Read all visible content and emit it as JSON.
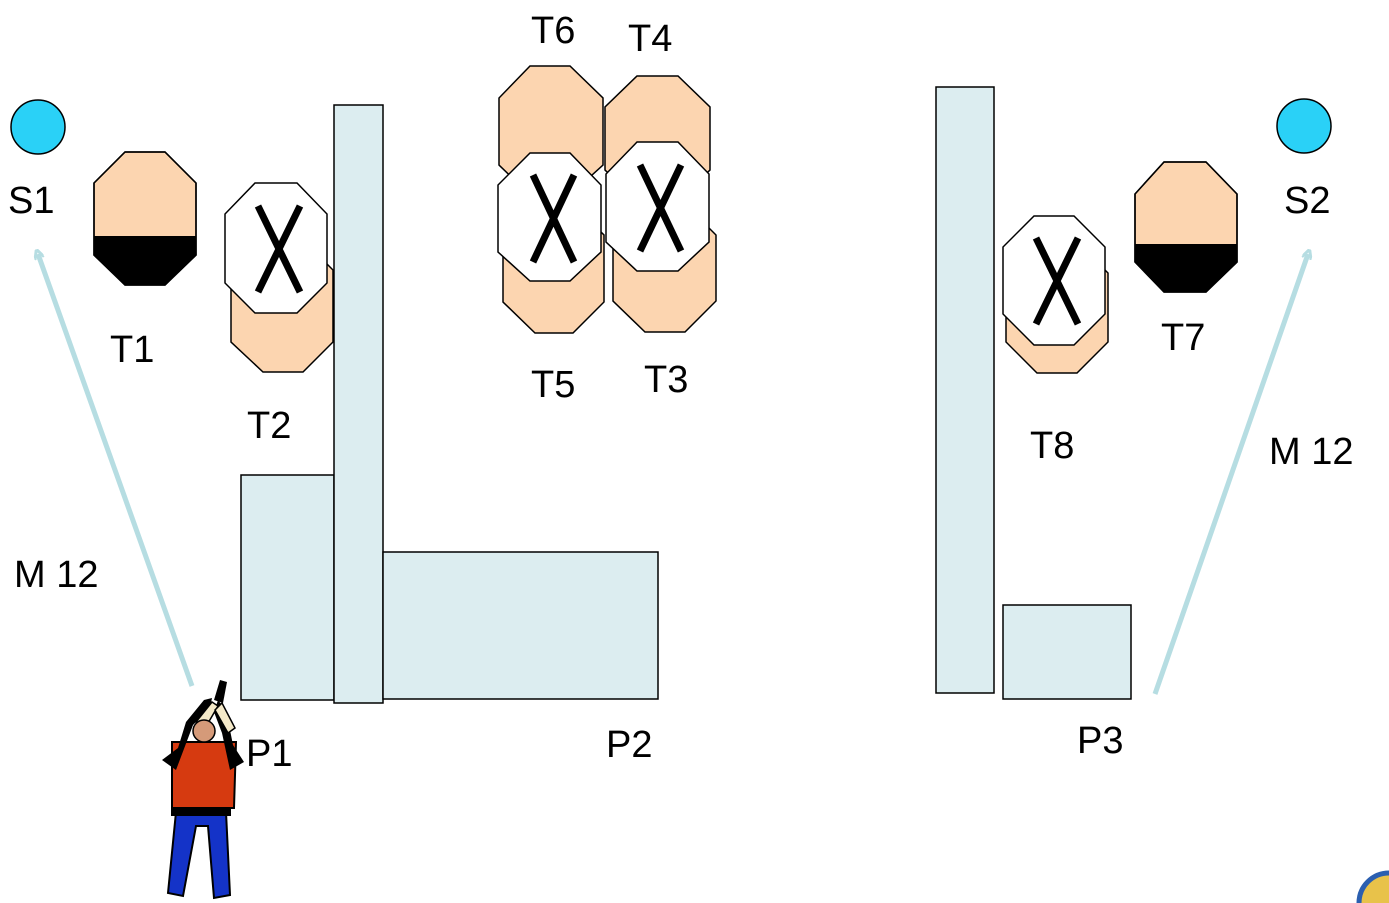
{
  "labels": {
    "s1": "S1",
    "s2": "S2",
    "t1": "T1",
    "t2": "T2",
    "t3": "T3",
    "t4": "T4",
    "t5": "T5",
    "t6": "T6",
    "t7": "T7",
    "t8": "T8",
    "p1": "P1",
    "p2": "P2",
    "p3": "P3",
    "m_left": "M 12",
    "m_right": "M 12"
  },
  "targets": {
    "paper": [
      "T1",
      "T2",
      "T3",
      "T4",
      "T5",
      "T6",
      "T7",
      "T8"
    ],
    "no_shoot_overlays": 4,
    "steel_plates": [
      "S1",
      "S2"
    ]
  },
  "colors": {
    "target_paper": "#fcd5b0",
    "no_shoot": "#ffffff",
    "wall": "#dcedf0",
    "steel": "#2ad1f7",
    "movement_arrow": "#b6dde2",
    "shooter_vest": "#d63a10",
    "shooter_pants": "#1433c8"
  },
  "icons": {
    "steel": "circle",
    "paper_target": "octagon",
    "no_shoot": "x-mark-octagon",
    "shooter": "shooter-figure",
    "movement": "arrow"
  }
}
